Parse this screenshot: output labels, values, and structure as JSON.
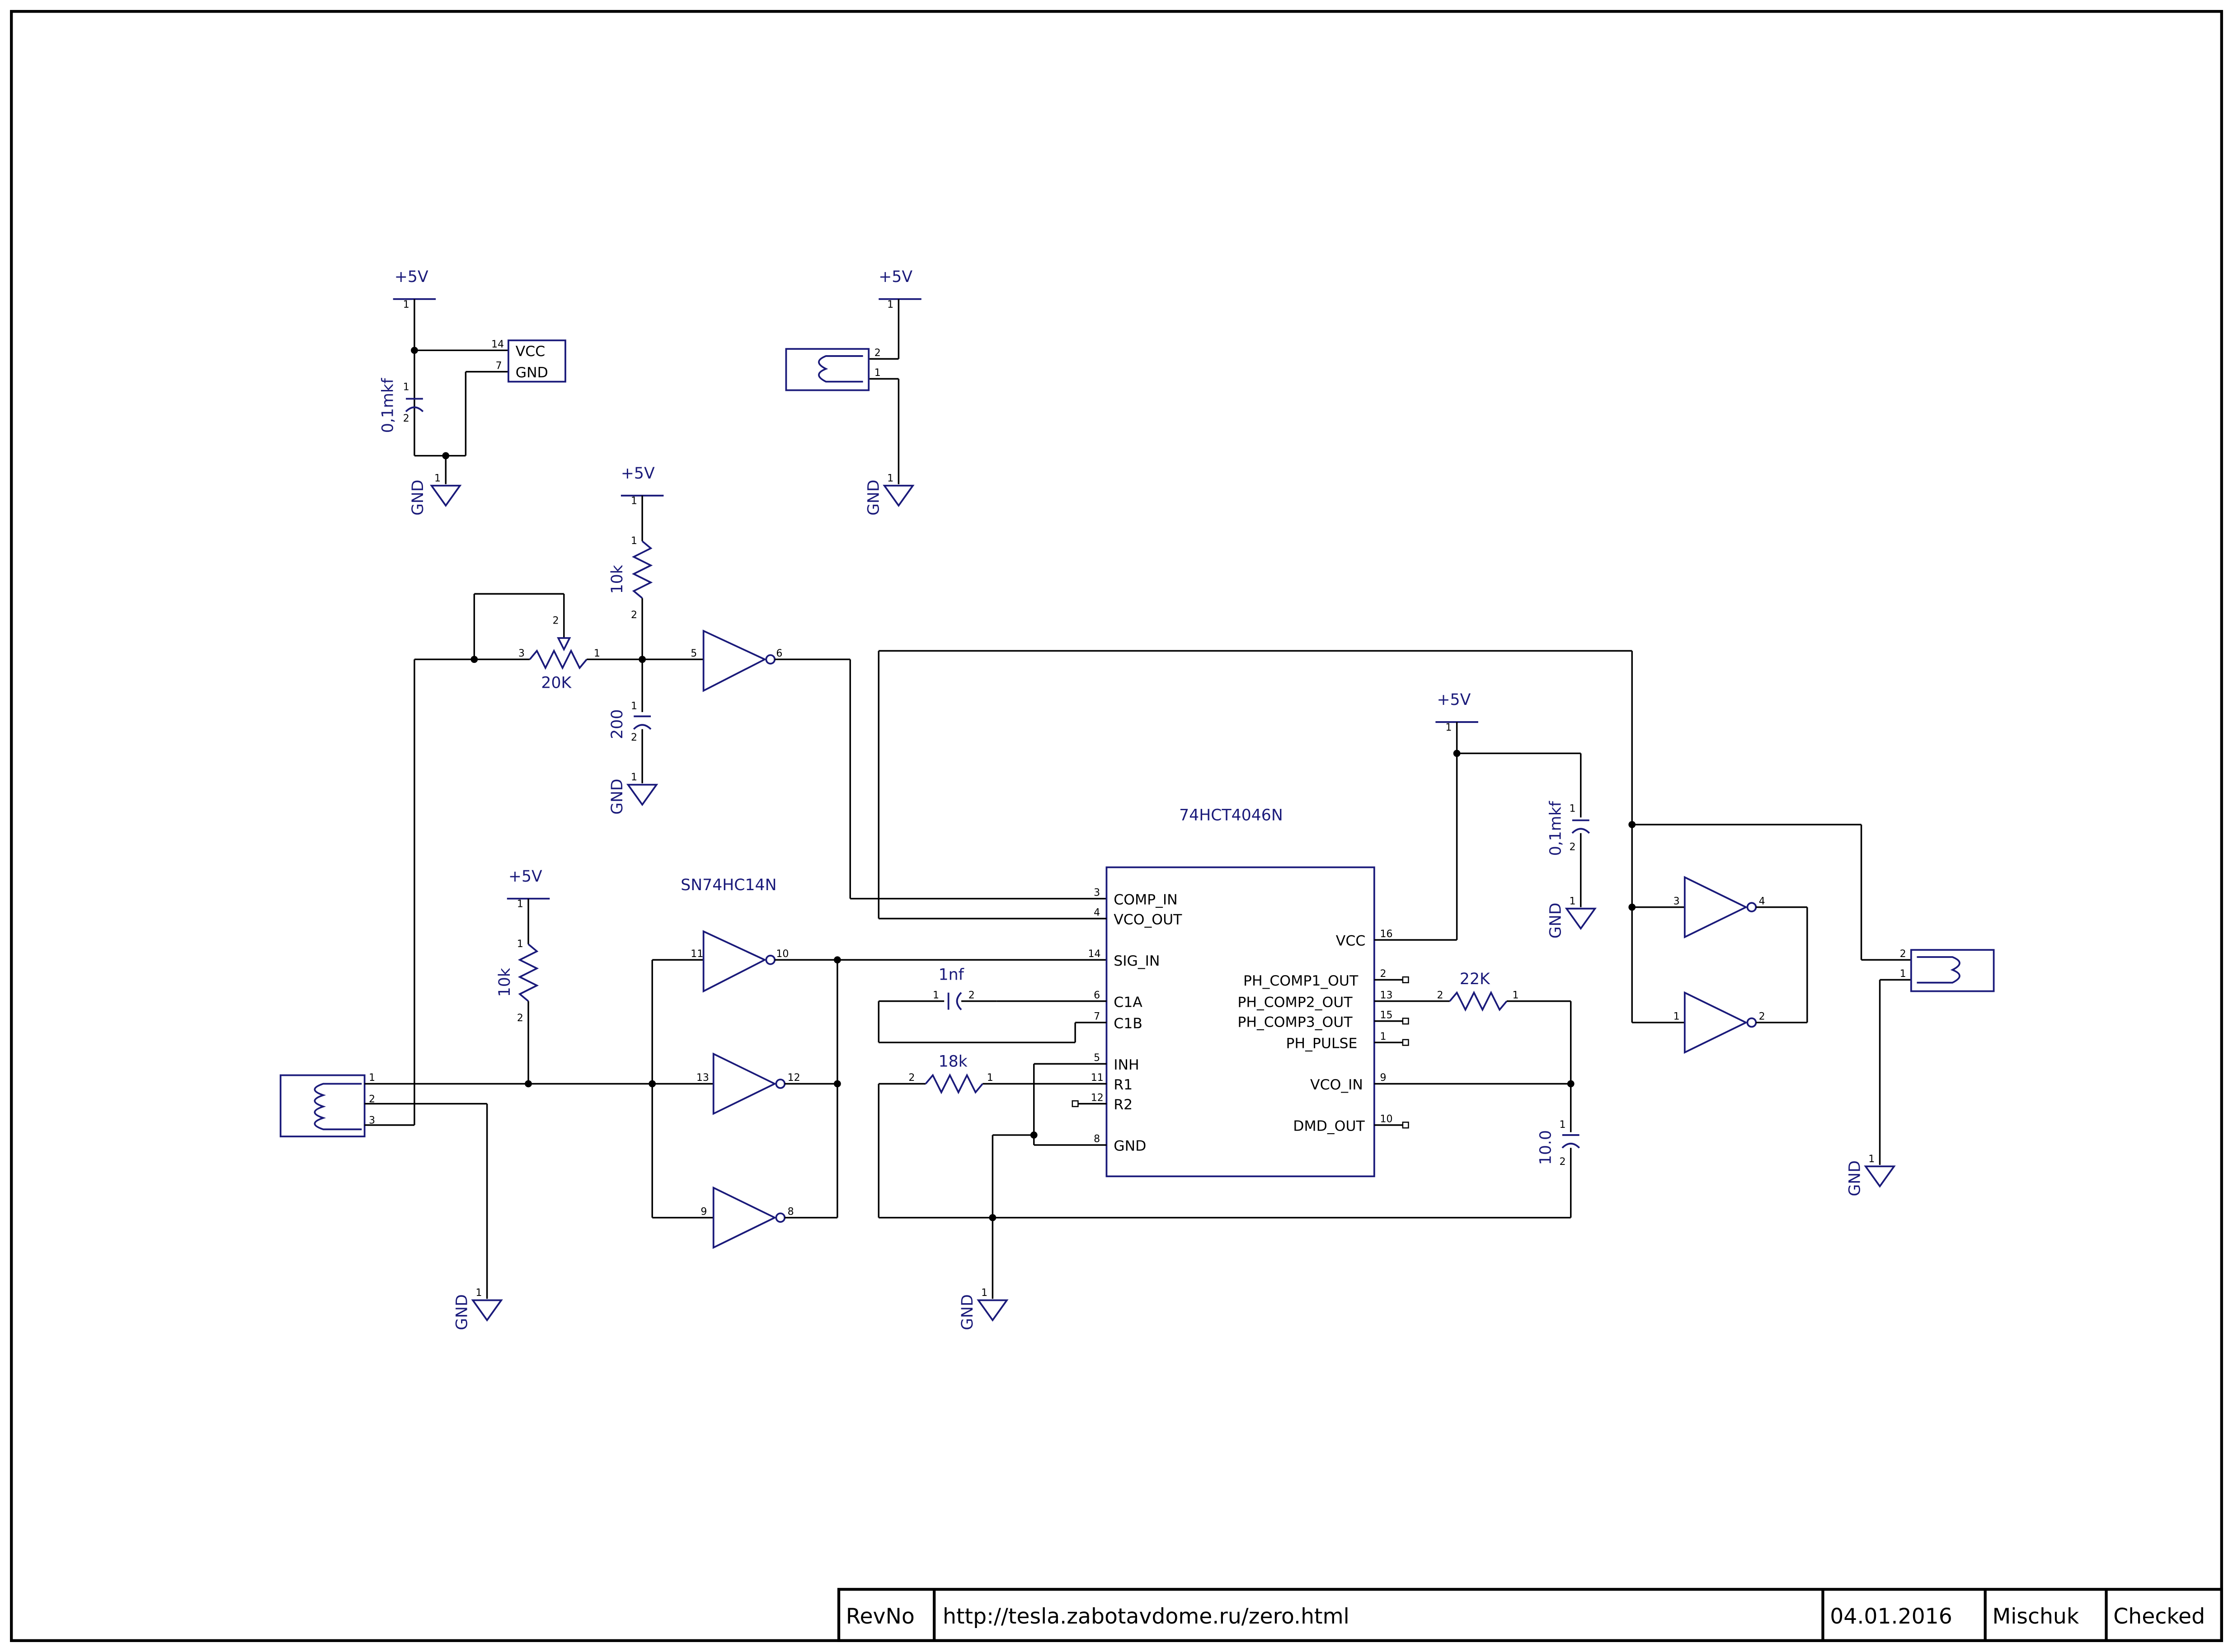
{
  "title_block": {
    "rev": "RevNo",
    "url": "http://tesla.zabotavdome.ru/zero.html",
    "date": "04.01.2016",
    "author": "Mischuk",
    "checked": "Checked"
  },
  "power": {
    "vcc_label": "+5V",
    "gnd_label": "GND"
  },
  "chips": {
    "pll": {
      "name": "74HCT4046N",
      "left_pins": [
        {
          "num": "3",
          "name": "COMP_IN"
        },
        {
          "num": "4",
          "name": "VCO_OUT"
        },
        {
          "num": "14",
          "name": "SIG_IN"
        },
        {
          "num": "6",
          "name": "C1A"
        },
        {
          "num": "7",
          "name": "C1B"
        },
        {
          "num": "5",
          "name": "INH"
        },
        {
          "num": "11",
          "name": "R1"
        },
        {
          "num": "12",
          "name": "R2"
        },
        {
          "num": "8",
          "name": "GND"
        }
      ],
      "right_pins": [
        {
          "num": "16",
          "name": "VCC"
        },
        {
          "num": "2",
          "name": "PH_COMP1_OUT"
        },
        {
          "num": "13",
          "name": "PH_COMP2_OUT"
        },
        {
          "num": "15",
          "name": "PH_COMP3_OUT"
        },
        {
          "num": "1",
          "name": "PH_PULSE"
        },
        {
          "num": "9",
          "name": "VCO_IN"
        },
        {
          "num": "10",
          "name": "DMD_OUT"
        }
      ]
    },
    "inverter": {
      "name": "SN74HC14N",
      "vcc_pin": "14",
      "gnd_pin": "7",
      "vcc_name": "VCC",
      "gnd_name": "GND"
    }
  },
  "components": {
    "c_decouple_1": "0,1mkf",
    "c_decouple_2": "0,1mkf",
    "r_pullup_top": "10k",
    "r_pullup_input": "10k",
    "pot": "20K",
    "c_delay": "200",
    "c_vco": "1nf",
    "r_vco": "18k",
    "r_loop": "22K",
    "c_loop": "10.0"
  }
}
